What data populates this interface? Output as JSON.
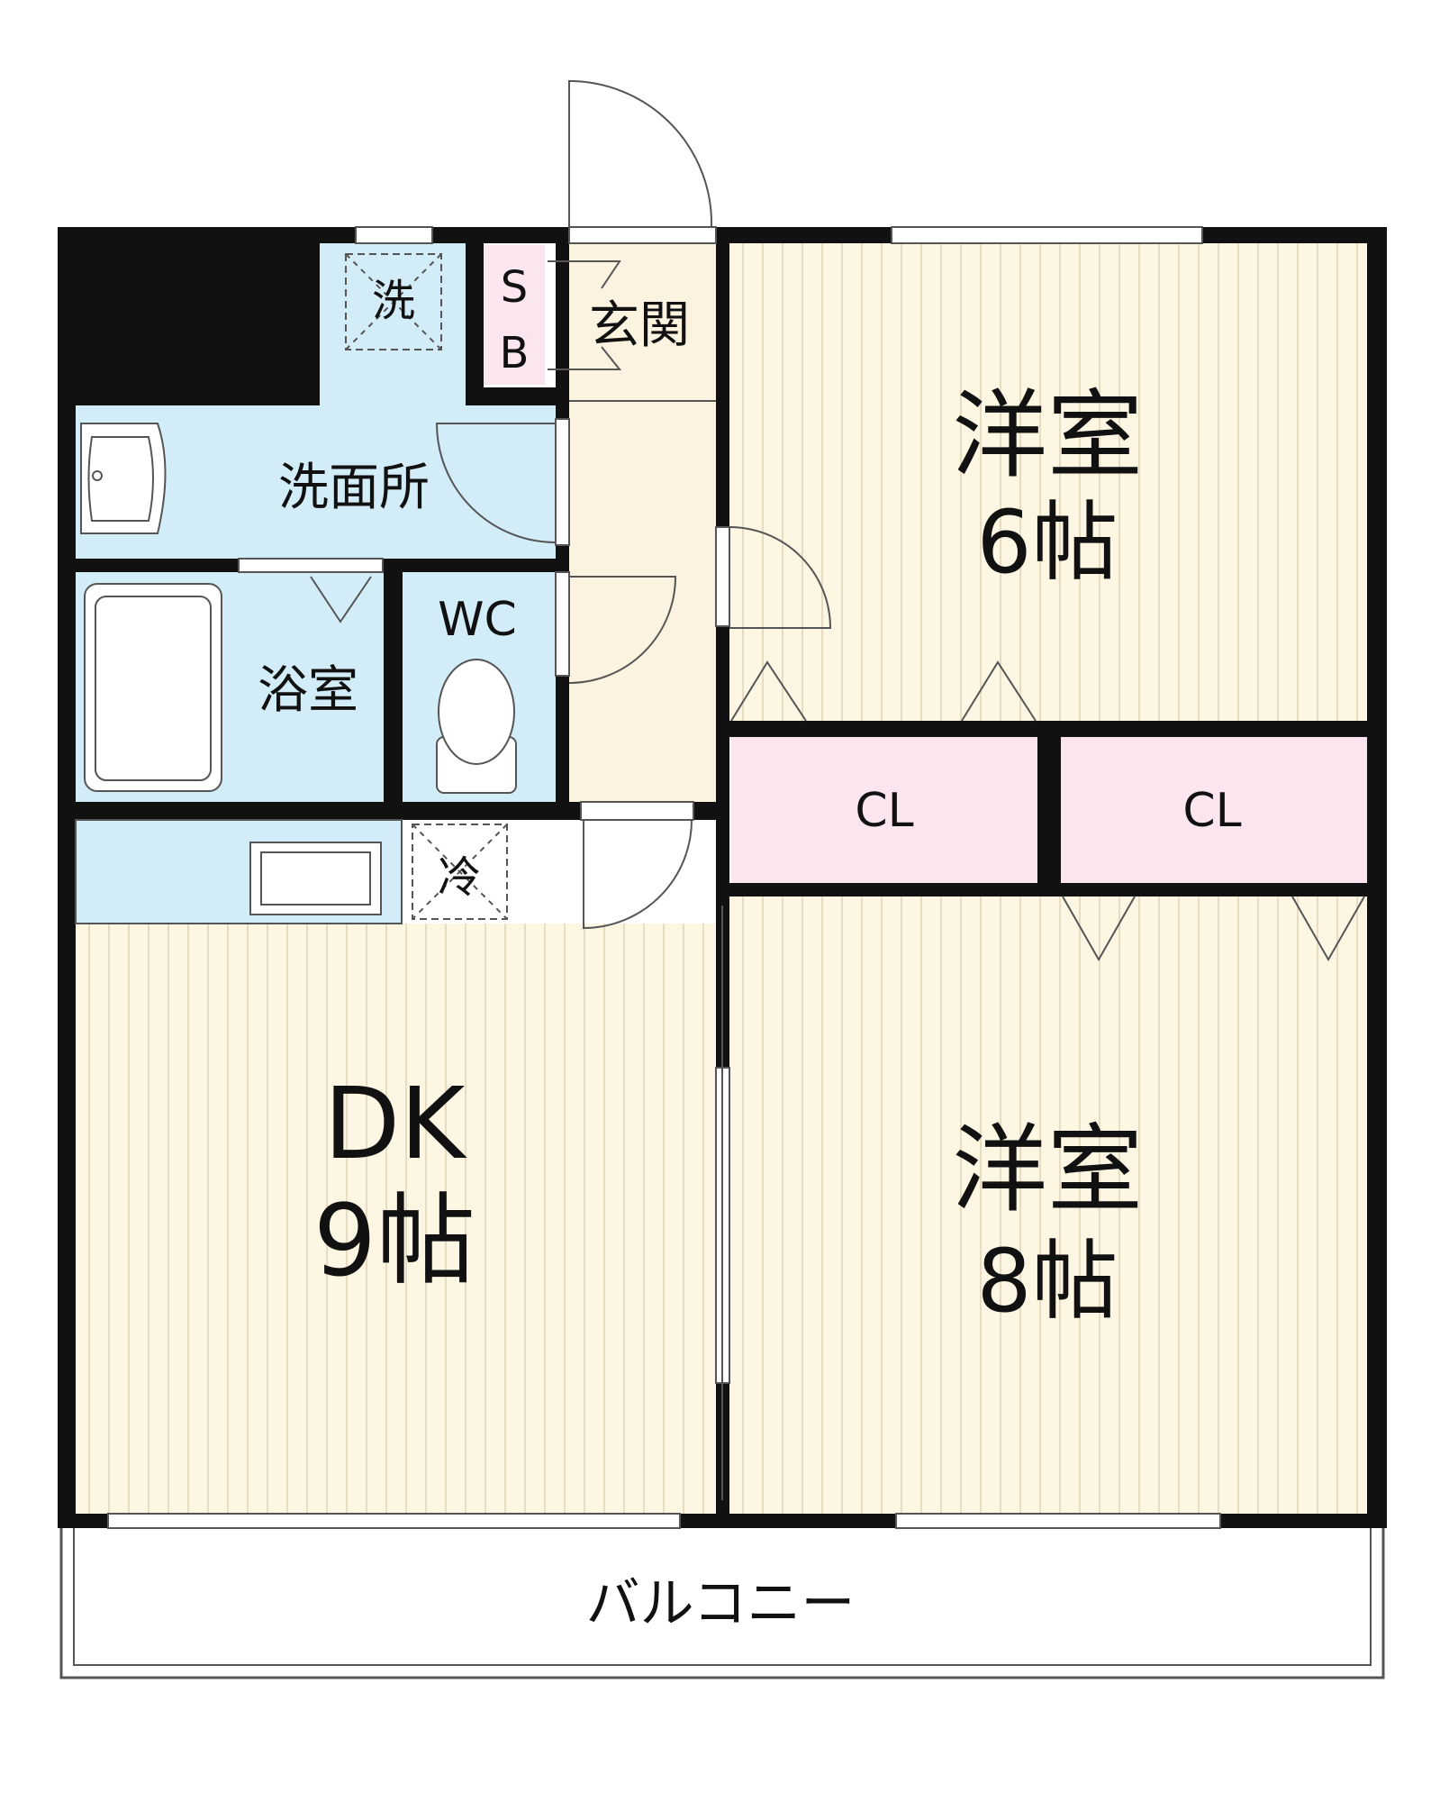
{
  "colors": {
    "floor_fill": "#fdf6e3",
    "floor_stripe": "#e7dcc2",
    "wet_fill": "#d2edf8",
    "closet_fill": "#fbe5ee",
    "entry_fill": "#fbf3df",
    "wall": "#111111",
    "window": "#ffffff"
  },
  "rooms": {
    "wash_machine": "洗",
    "shoe_box_s": "S",
    "shoe_box_b": "B",
    "entrance": "玄関",
    "western_room_1": "洋室",
    "western_room_1_size": "6帖",
    "washroom": "洗面所",
    "wc": "WC",
    "bathroom": "浴室",
    "closet_1": "CL",
    "closet_2": "CL",
    "fridge": "冷",
    "dining_kitchen": "DK",
    "dining_kitchen_size": "9帖",
    "western_room_2": "洋室",
    "western_room_2_size": "8帖",
    "balcony": "バルコニー"
  }
}
